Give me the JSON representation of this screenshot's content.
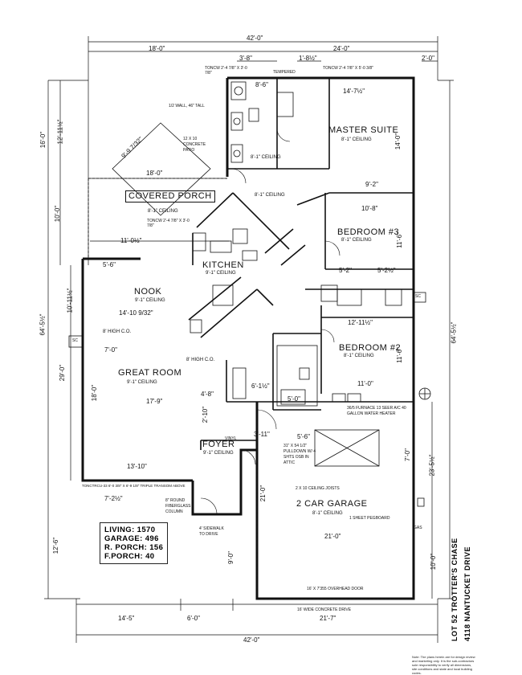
{
  "rooms": {
    "master_suite": "MASTER SUITE",
    "bedroom3": "BEDROOM #3",
    "bedroom2": "BEDROOM #2",
    "covered_porch": "COVERED PORCH",
    "kitchen": "KITCHEN",
    "nook": "NOOK",
    "great_room": "GREAT ROOM",
    "foyer": "FOYER",
    "garage": "2 CAR GARAGE"
  },
  "ceilings": {
    "eight_one": "8'-1\" CEILING",
    "nine_one": "9'-1\" CEILING",
    "high_co": "8' HIGH C.O."
  },
  "dimensions": {
    "overall_top": "42'-0\"",
    "top_left": "18'-0\"",
    "top_right": "24'-0\"",
    "three_eight": "3'-8\"",
    "one_eight_half": "1'-8½\"",
    "two_zero": "2'-0\"",
    "left_16": "16'-0\"",
    "left_12_11": "12'-11½\"",
    "left_10": "10'-0\"",
    "left_64": "64'-5½\"",
    "left_29": "29'-0\"",
    "left_10_11": "10'-11½\"",
    "left_12_6": "12'-6\"",
    "right_64": "64'-5½\"",
    "right_23": "23'-5½\"",
    "right_10": "10'-0\"",
    "right_7": "7'-0\"",
    "porch_18": "18'-0\"",
    "diag": "9'-9 7/32\"",
    "eleven_half": "11'-0½\"",
    "five_six": "5'-6\"",
    "fourteen_ten": "14'-10 9/32\"",
    "seven_zero": "7'-0\"",
    "seventeen_nine": "17'-9\"",
    "eighteen_zero": "18'-0\"",
    "thirteen_ten": "13'-10\"",
    "seven_two": "7'-2½\"",
    "fourteen_seven": "14'-7½\"",
    "fourteen_zero": "14'-0\"",
    "nine_two": "9'-2\"",
    "ten_eight": "10'-8\"",
    "eleven_six": "11'-6\"",
    "five_two": "5'-2\"",
    "five_two_half": "5'-2½\"",
    "twelve_eleven": "12'-11½\"",
    "eleven_zero": "11'-0\"",
    "eight_six": "8'-6\"",
    "twenty_one_zero": "21'-0\"",
    "twenty_one_zero_b": "21'-0\"",
    "bottom_14_5": "14'-5\"",
    "bottom_6": "6'-0\"",
    "bottom_21_7": "21'-7\"",
    "bottom_42": "42'-0\"",
    "five_zero": "5'-0\"",
    "three_eleven": "3'-11\"",
    "five_six_b": "5'-6\"",
    "two_ten": "2'-10\"",
    "four_eight": "4'-8\"",
    "six_ten": "6'-1½\"",
    "nine_zero": "9'-0\""
  },
  "notes": {
    "patio": "12 X 10 CONCRETE PATIO",
    "wall": "1/2 WALL, 46\" TALL",
    "tempered": "TEMPERED",
    "furnace": "36/5 FURNACE 13 SEER A/C 40 GALLON WATER HEATER",
    "pulldown": "31\" X 54 1/2\" PULLDOWN W/ 4 SHTS OSB IN ATTIC",
    "joists": "2 X 10 CEILING JOISTS",
    "pegboard": "1 SHEET PEGBOARD",
    "overhead": "16' X 7'355 OVERHEAD DOOR",
    "drive": "16' WIDE CONCRETE DRIVE",
    "sidewalk": "4' SIDEWALK TO DRIVE",
    "column": "8\" ROUND FIBERGLASS COLUMN",
    "transom": "TONCTRCU-33 6'-0 3/8\" X 6'-9 1/8\" TRIPLE TRANSOM ABOVE",
    "vinyl": "VINYL",
    "gas": "GAS",
    "sc": "SC",
    "window_top_left": "TONCW 2'-4 7/8\" X 3'-0 7/8\"",
    "window_top_right": "TONCW 2'-4 7/8\" X 5'-0 3/8\"",
    "window_porch": "TONCW 2'-4 7/8\" X 3'-0 7/8\"",
    "disclaimer": "Note: The plans herein are for design review and marketing only. It is the sub-contractors sole responsibility to verify all dimensions, site conditions and state and local building codes."
  },
  "stats": {
    "living": "LIVING: 1570",
    "garage": "GARAGE: 496",
    "r_porch": "R. PORCH: 156",
    "f_porch": "F.PORCH: 40"
  },
  "lot": {
    "line1": "LOT 52 TROTTER'S CHASE",
    "line2": "4118 NANTUCKET DRIVE"
  }
}
